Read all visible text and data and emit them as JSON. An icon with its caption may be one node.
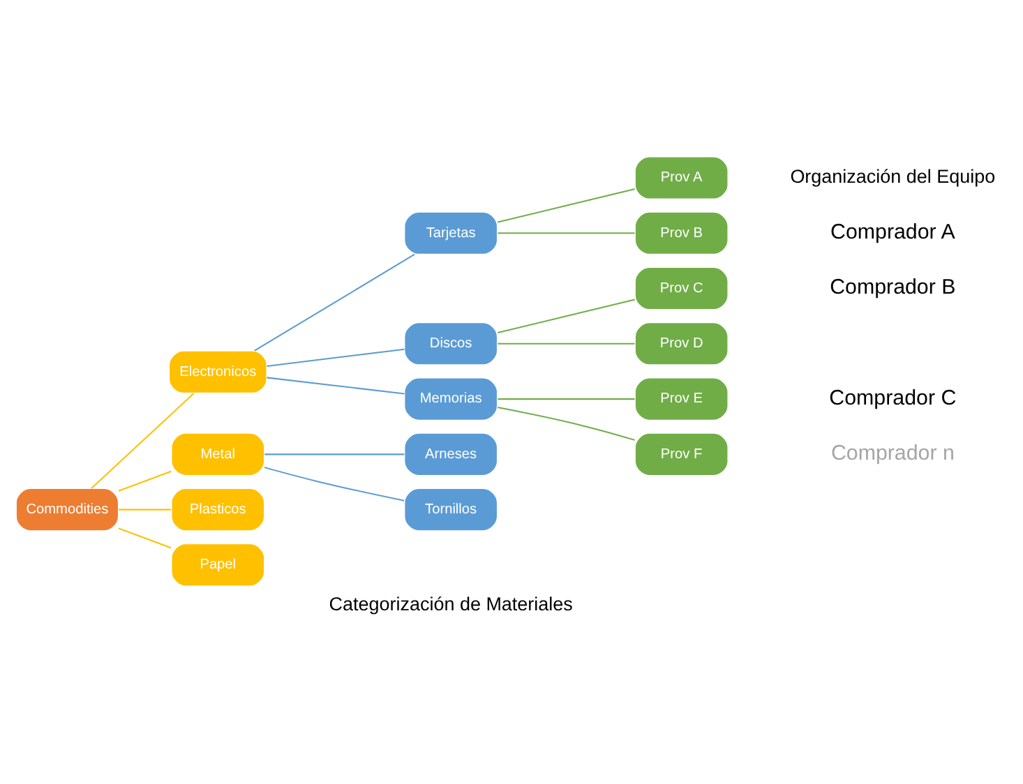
{
  "diagram": {
    "nodes": [
      {
        "text": [
          "Commodities"
        ]
      },
      {
        "text": [
          "Electronicos"
        ]
      },
      {
        "text": [
          "Metal"
        ]
      },
      {
        "text": [
          "Plasticos"
        ]
      },
      {
        "text": [
          "Papel"
        ]
      },
      {
        "text": [
          "Tarjetas"
        ]
      },
      {
        "text": [
          "Discos"
        ]
      },
      {
        "text": [
          "Memorias"
        ]
      },
      {
        "text": [
          "Arneses"
        ]
      },
      {
        "text": [
          "Tornillos"
        ]
      },
      {
        "text": [
          "Prov A"
        ]
      },
      {
        "text": [
          "Prov B"
        ]
      },
      {
        "text": [
          "Prov C"
        ]
      },
      {
        "text": [
          "Prov D"
        ]
      },
      {
        "text": [
          "Prov E"
        ]
      },
      {
        "text": [
          "Prov F"
        ]
      }
    ],
    "edges": [
      {
        "from": 0,
        "to": 1,
        "arrow": "none",
        "color": "#ffc000"
      },
      {
        "from": 0,
        "to": 2,
        "arrow": "none",
        "color": "#ffc000"
      },
      {
        "from": 0,
        "to": 3,
        "arrow": "none",
        "color": "#ffc000"
      },
      {
        "from": 0,
        "to": 4,
        "arrow": "none",
        "color": "#ffc000"
      },
      {
        "from": 1,
        "to": 5,
        "arrow": "none",
        "color": "#5b9bd5"
      },
      {
        "from": 1,
        "to": 6,
        "arrow": "none",
        "color": "#5b9bd5"
      },
      {
        "from": 1,
        "to": 7,
        "arrow": "none",
        "color": "#5b9bd5"
      },
      {
        "from": 2,
        "to": 8,
        "arrow": "none",
        "color": "#5b9bd5"
      },
      {
        "from": 2,
        "to": 9,
        "arrow": "none",
        "color": "#5b9bd5"
      },
      {
        "from": 5,
        "to": 10,
        "arrow": "none"
      },
      {
        "from": 5,
        "to": 11,
        "arrow": "none"
      },
      {
        "from": 6,
        "to": 12,
        "arrow": "none"
      },
      {
        "from": 6,
        "to": 13,
        "arrow": "none"
      },
      {
        "from": 7,
        "to": 14,
        "arrow": "none"
      },
      {
        "from": 7,
        "to": 15,
        "arrow": "none"
      }
    ],
    "labels": [
      "Categorización de Materiales",
      "Organización del Equipo",
      "Comprador A",
      "Comprador B",
      "Comprador C",
      "Comprador n"
    ]
  }
}
